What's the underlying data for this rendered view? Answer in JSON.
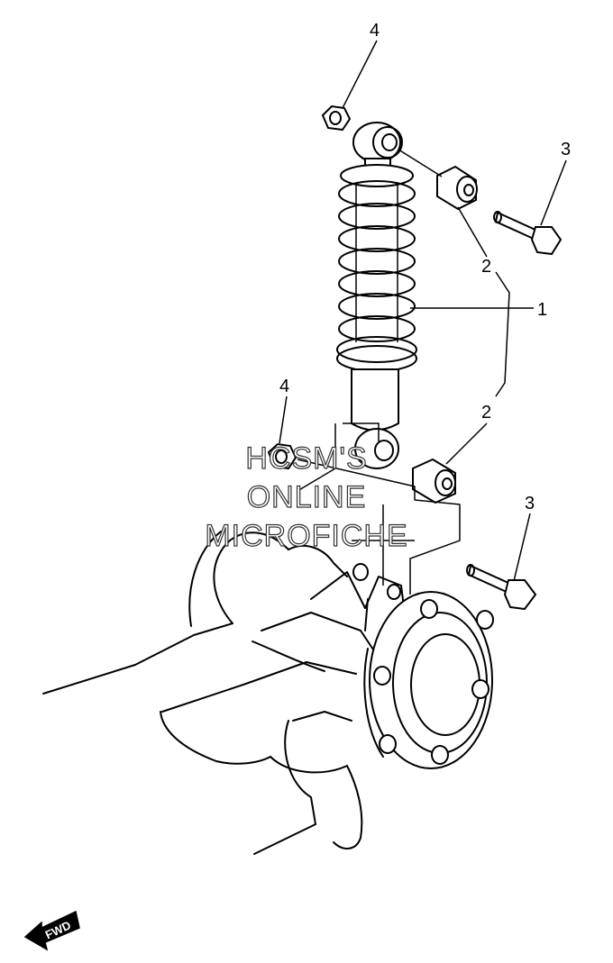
{
  "callouts": {
    "shock_absorber": "1",
    "bushing_upper": "2",
    "bushing_lower": "2",
    "bolt_upper": "3",
    "bolt_lower": "3",
    "nut_upper": "4",
    "nut_lower": "4"
  },
  "watermark": {
    "line1": "HCSM'S",
    "line2": "ONLINE",
    "line3": "MICROFICHE"
  },
  "fwd_label": "FWD"
}
